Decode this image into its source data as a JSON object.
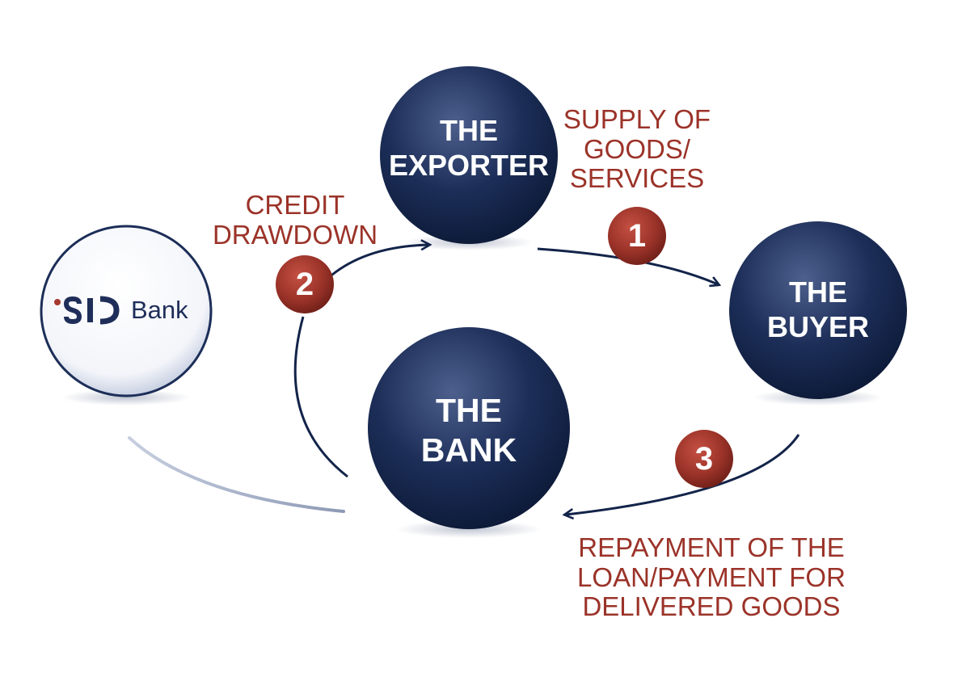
{
  "nodes": {
    "exporter": "THE\nEXPORTER",
    "buyer": "THE\nBUYER",
    "bank": "THE\nBANK"
  },
  "steps": [
    {
      "number": "1",
      "label": "SUPPLY OF\nGOODS/\nSERVICES"
    },
    {
      "number": "2",
      "label": "CREDIT\nDRAWDOWN"
    },
    {
      "number": "3",
      "label": "REPAYMENT OF THE\nLOAN/PAYMENT FOR\nDELIVERED GOODS"
    }
  ],
  "logo": {
    "text": "Bank",
    "mark": "SID"
  },
  "colors": {
    "sphere_dark": "#13244a",
    "sphere_light": "#4d5f8c",
    "badge": "#9b3329",
    "label_text": "#9b3329",
    "arrow": "#13244a",
    "logo_text": "#1f2e59",
    "logo_dot": "#a53a30"
  }
}
